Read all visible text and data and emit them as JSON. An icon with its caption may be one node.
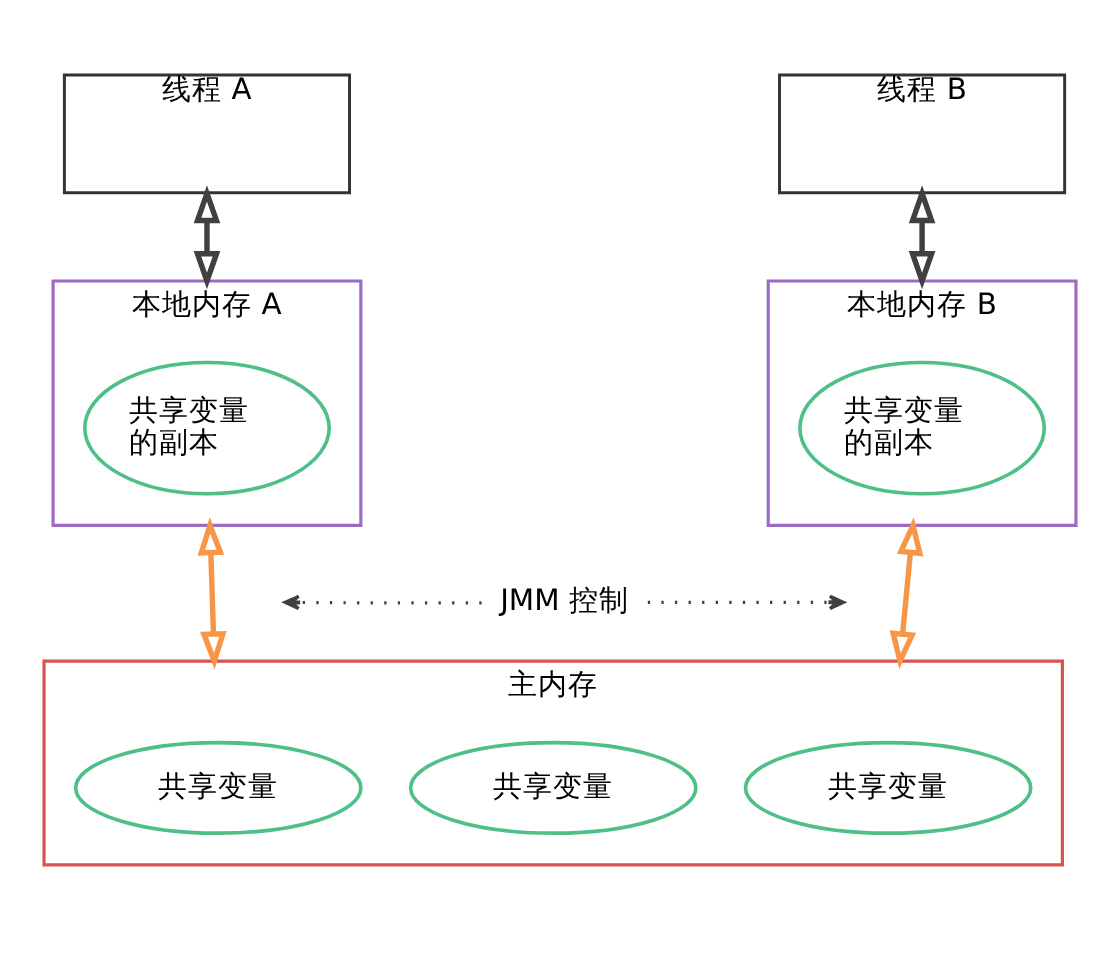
{
  "diagram": {
    "nodes": [
      {
        "text": [
          "线程 A"
        ]
      },
      {
        "text": [
          "线程 B"
        ]
      },
      {
        "text": [
          "本地内存 A"
        ]
      },
      {
        "text": [
          "共享变量的副本"
        ],
        "in": 2
      },
      {
        "text": [
          "本地内存 B"
        ]
      },
      {
        "text": [
          "共享变量的副本"
        ],
        "in": 4
      },
      {
        "text": [
          "JMM 控制"
        ]
      },
      {
        "text": [
          "主内存"
        ]
      },
      {
        "text": [
          "共享变量"
        ],
        "in": 7
      },
      {
        "text": [
          "共享变量"
        ],
        "in": 7
      },
      {
        "text": [
          "共享变量"
        ],
        "in": 7
      }
    ],
    "edges": [
      {
        "from": 0,
        "to": 2,
        "arrow": "both"
      },
      {
        "from": 1,
        "to": 4,
        "arrow": "both"
      },
      {
        "from": 2,
        "to": 7,
        "arrow": "both",
        "color": "#f79646"
      },
      {
        "from": 4,
        "to": 7,
        "arrow": "both",
        "color": "#f79646"
      },
      {
        "from": 6,
        "to": null,
        "arrow": "to",
        "style": "dashed"
      },
      {
        "from": 6,
        "to": null,
        "arrow": "to",
        "style": "dashed"
      }
    ]
  }
}
